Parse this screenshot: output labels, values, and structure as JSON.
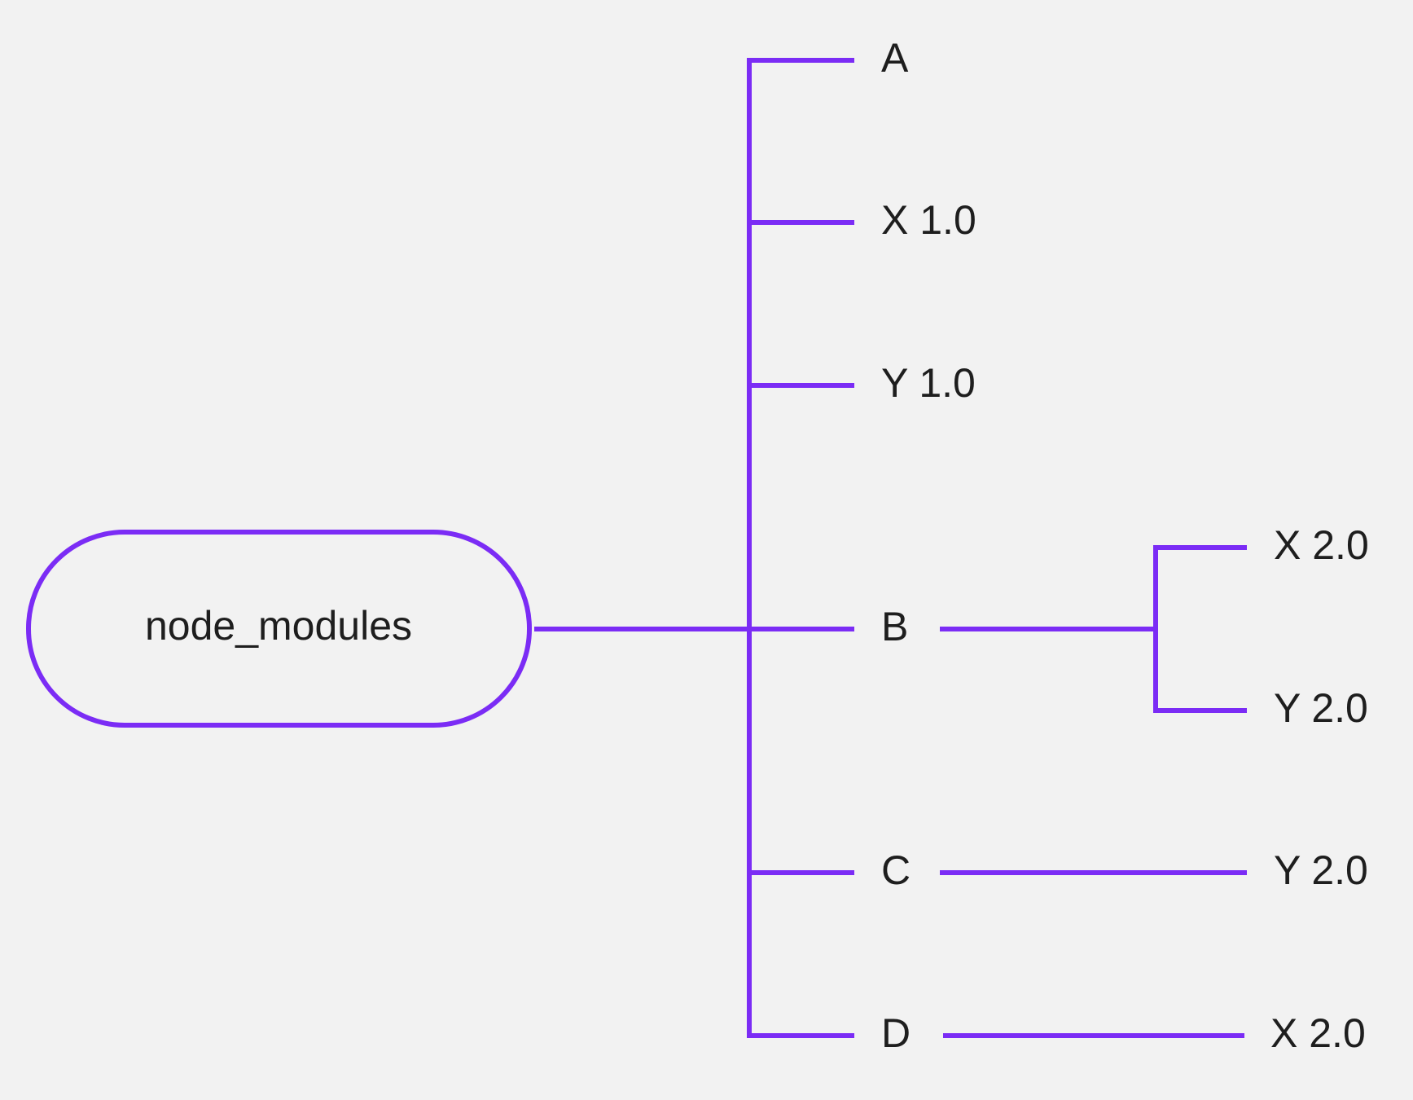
{
  "colors": {
    "background": "#f2f2f2",
    "line": "#7b2cf5",
    "text": "#1e1e1e"
  },
  "root": {
    "label": "node_modules"
  },
  "children": [
    {
      "label": "A"
    },
    {
      "label": "X 1.0"
    },
    {
      "label": "Y 1.0"
    },
    {
      "label": "B",
      "children": [
        {
          "label": "X 2.0"
        },
        {
          "label": "Y 2.0"
        }
      ]
    },
    {
      "label": "C",
      "children": [
        {
          "label": "Y 2.0"
        }
      ]
    },
    {
      "label": "D",
      "children": [
        {
          "label": "X 2.0"
        }
      ]
    }
  ]
}
